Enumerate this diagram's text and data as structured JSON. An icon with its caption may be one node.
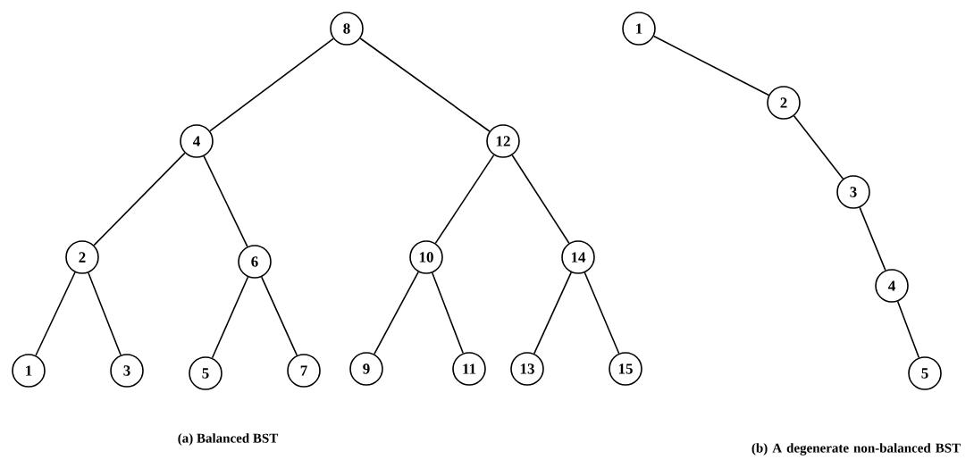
{
  "diagram": {
    "nodes": [
      {
        "text": [
          "8"
        ]
      },
      {
        "text": [
          "4"
        ]
      },
      {
        "text": [
          "12"
        ]
      },
      {
        "text": [
          "2"
        ]
      },
      {
        "text": [
          "6"
        ]
      },
      {
        "text": [
          "10"
        ]
      },
      {
        "text": [
          "14"
        ]
      },
      {
        "text": [
          "1"
        ]
      },
      {
        "text": [
          "3"
        ]
      },
      {
        "text": [
          "5"
        ]
      },
      {
        "text": [
          "7"
        ]
      },
      {
        "text": [
          "9"
        ]
      },
      {
        "text": [
          "11"
        ]
      },
      {
        "text": [
          "13"
        ]
      },
      {
        "text": [
          "15"
        ]
      },
      {
        "text": [
          "1"
        ]
      },
      {
        "text": [
          "2"
        ]
      },
      {
        "text": [
          "3"
        ]
      },
      {
        "text": [
          "4"
        ]
      },
      {
        "text": [
          "5"
        ]
      }
    ],
    "edges": [
      {
        "from": 0,
        "to": 1,
        "arrow": "none"
      },
      {
        "from": 0,
        "to": 2,
        "arrow": "none"
      },
      {
        "from": 1,
        "to": 3,
        "arrow": "none"
      },
      {
        "from": 1,
        "to": 4,
        "arrow": "none"
      },
      {
        "from": 2,
        "to": 5,
        "arrow": "none"
      },
      {
        "from": 2,
        "to": 6,
        "arrow": "none"
      },
      {
        "from": 3,
        "to": 7,
        "arrow": "none"
      },
      {
        "from": 3,
        "to": 8,
        "arrow": "none"
      },
      {
        "from": 4,
        "to": 9,
        "arrow": "none"
      },
      {
        "from": 4,
        "to": 10,
        "arrow": "none"
      },
      {
        "from": 5,
        "to": 11,
        "arrow": "none"
      },
      {
        "from": 5,
        "to": 12,
        "arrow": "none"
      },
      {
        "from": 6,
        "to": 13,
        "arrow": "none"
      },
      {
        "from": 6,
        "to": 14,
        "arrow": "none"
      },
      {
        "from": 15,
        "to": 16,
        "arrow": "none"
      },
      {
        "from": 16,
        "to": 17,
        "arrow": "none"
      },
      {
        "from": 17,
        "to": 18,
        "arrow": "none"
      },
      {
        "from": 18,
        "to": 19,
        "arrow": "none"
      }
    ],
    "labels": [
      "(a) Balanced BST",
      "(b) A degenerate non-balanced BST"
    ]
  }
}
